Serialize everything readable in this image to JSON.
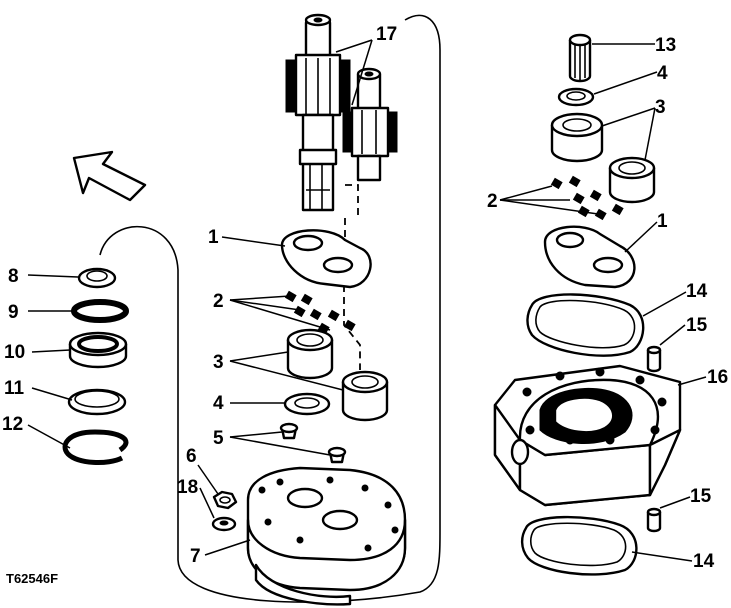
{
  "figure": {
    "reference": "T62546F",
    "callouts": {
      "c1a": "1",
      "c1b": "1",
      "c2a": "2",
      "c2b": "2",
      "c3a": "3",
      "c3b": "3",
      "c4a": "4",
      "c4b": "4",
      "c5": "5",
      "c6": "6",
      "c7": "7",
      "c8": "8",
      "c9": "9",
      "c10": "10",
      "c11": "11",
      "c12": "12",
      "c13": "13",
      "c14a": "14",
      "c14b": "14",
      "c15a": "15",
      "c15b": "15",
      "c16": "16",
      "c17": "17",
      "c18": "18"
    }
  }
}
